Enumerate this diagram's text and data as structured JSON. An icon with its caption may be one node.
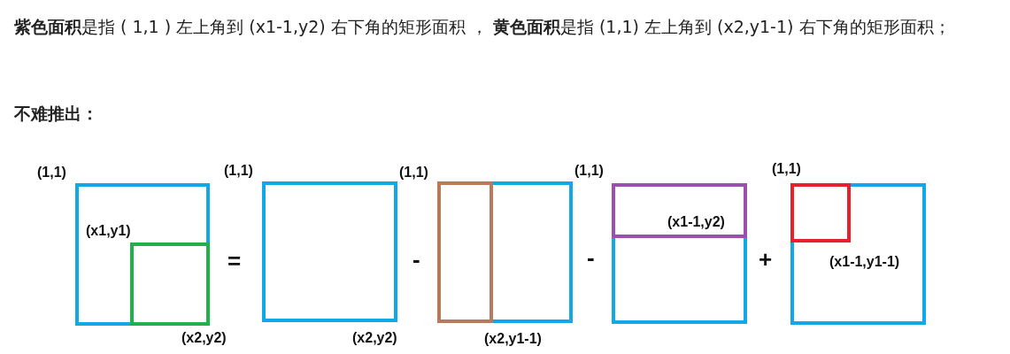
{
  "diagram": {
    "nodes": [
      {
        "text": [],
        "shape": "box"
      },
      {
        "text": [],
        "shape": "box",
        "in": 0
      },
      {
        "text": [],
        "shape": "box"
      },
      {
        "text": [],
        "shape": "box"
      },
      {
        "text": [],
        "shape": "box",
        "in": 3
      },
      {
        "text": [],
        "shape": "box"
      },
      {
        "text": [],
        "shape": "box",
        "in": 5
      },
      {
        "text": [],
        "shape": "box"
      },
      {
        "text": [],
        "shape": "box",
        "in": 7
      }
    ],
    "edges": [],
    "labels": [
      "**紫色面积**是指 ( 1,1 ) 左上角到 (x1-1,y2) 右下角的矩形面积 ， **黄色面积**是指 (1,1) 左上角到 (x2,y1-1) 右下角的矩形面积；",
      "不难推出：",
      "(1,1)",
      "(1,1)",
      "(1,1)",
      "(1,1)",
      "(1,1)",
      "(x1,y1)",
      "(x1-1,y2)",
      "=",
      "-",
      "-",
      "+",
      "(x1-1,y1-1)",
      "(x2,y2)",
      "(x2,y2)",
      "(x2,y1-1)"
    ]
  }
}
